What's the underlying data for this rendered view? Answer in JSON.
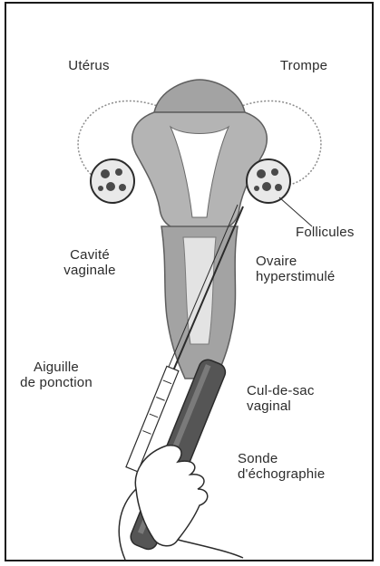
{
  "labels": {
    "uterus": "Utérus",
    "trompe": "Trompe",
    "follicules": "Follicules",
    "cavite": "Cavité\nvaginale",
    "ovaire": "Ovaire\nhyperstimulé",
    "aiguille": "Aiguille\nde ponction",
    "culdesac": "Cul-de-sac\nvaginal",
    "sonde": "Sonde\nd'échographie"
  },
  "colors": {
    "organ_fill": "#a3a3a3",
    "organ_dark": "#5e5e5e",
    "outline": "#2b2b2b",
    "probe": "#555555",
    "ovary_fill": "#e9e9e9"
  }
}
